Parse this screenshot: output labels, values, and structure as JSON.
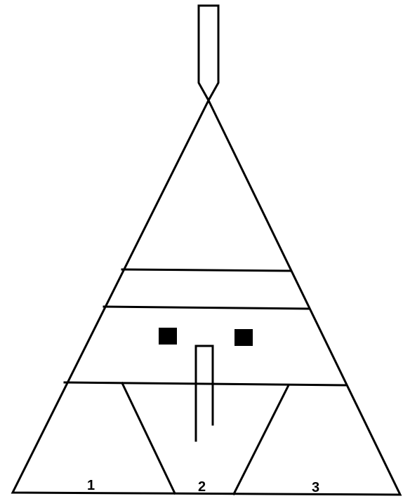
{
  "diagram": {
    "regions": [
      {
        "label": "1"
      },
      {
        "label": "2"
      },
      {
        "label": "3"
      }
    ]
  },
  "colors": {
    "ink": "#000000",
    "background": "#ffffff"
  }
}
